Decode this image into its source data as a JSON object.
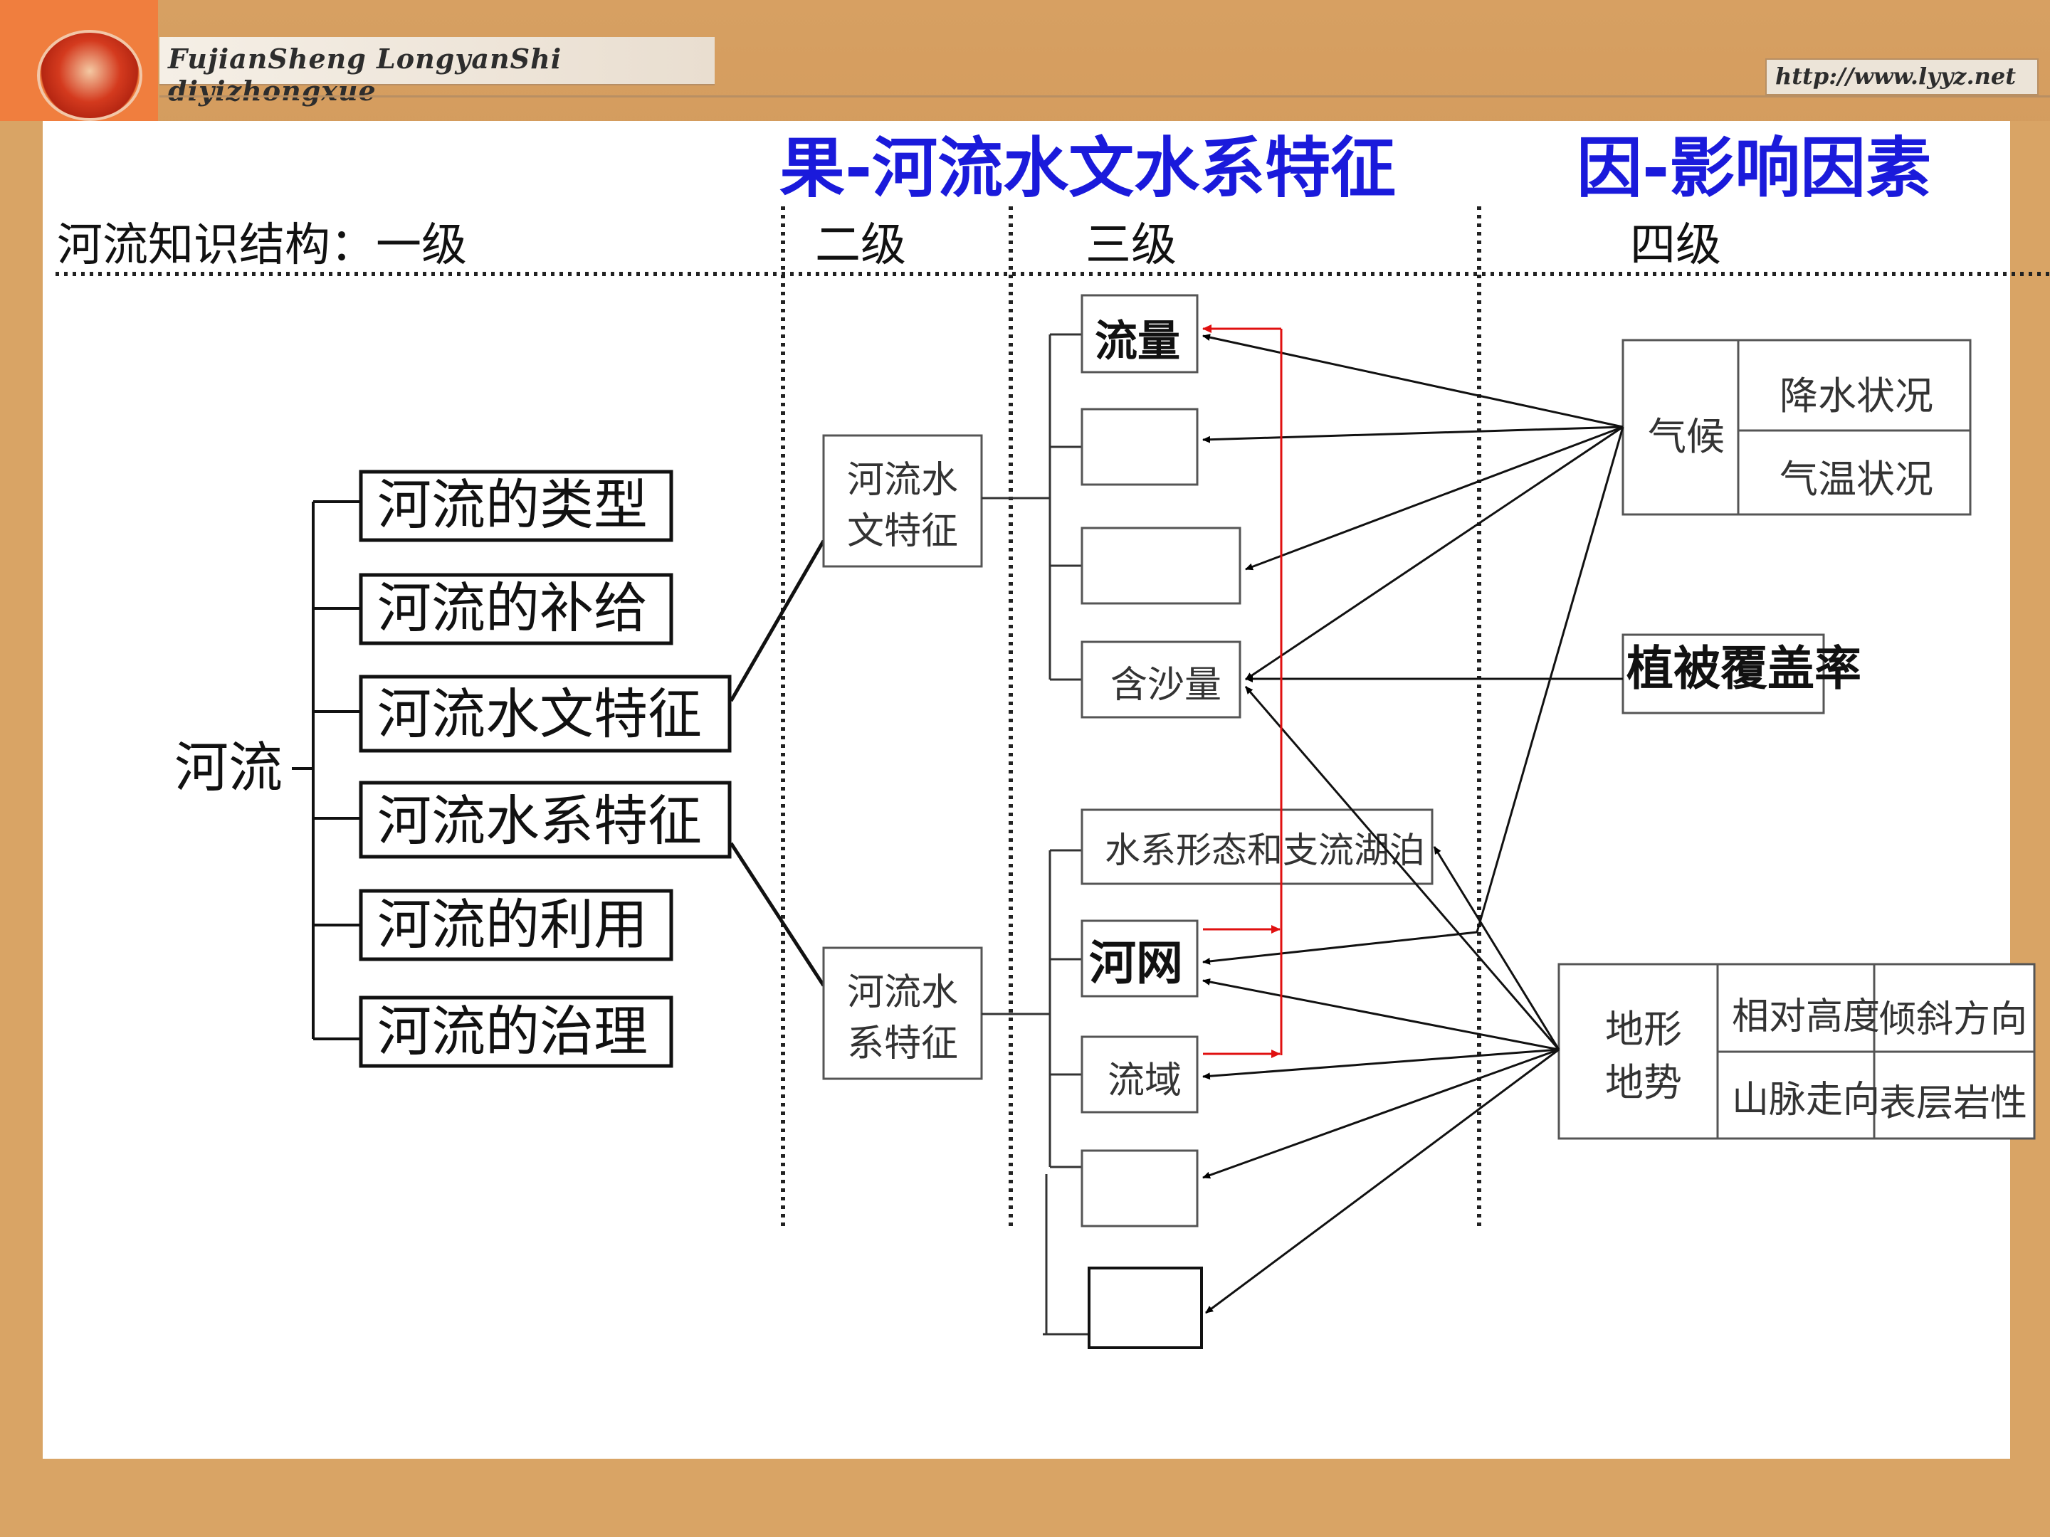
{
  "header": {
    "banner_text": "FujianSheng LongyanShi diyizhongxue",
    "url_text": "http://www.lyyz.net"
  },
  "titles": {
    "effect": "果-河流水文水系特征",
    "cause": "因-影响因素"
  },
  "levels": {
    "level1": "河流知识结构：一级",
    "level2": "二级",
    "level3": "三级",
    "level4": "四级"
  },
  "root": "河流",
  "level1_items": [
    "河流的类型",
    "河流的补给",
    "河流水文特征",
    "河流水系特征",
    "河流的利用",
    "河流的治理"
  ],
  "level2_items": {
    "hydrology_line1": "河流水",
    "hydrology_line2": "文特征",
    "system_line1": "河流水",
    "system_line2": "系特征"
  },
  "level3_items": {
    "flow": "流量",
    "sediment": "含沙量",
    "pattern": "水系形态和支流湖泊",
    "network": "河网",
    "basin": "流域"
  },
  "level4_items": {
    "climate": "气候",
    "precipitation": "降水状况",
    "temperature": "气温状况",
    "vegetation": "植被覆盖率",
    "terrain_line1": "地形",
    "terrain_line2": "地势",
    "relative_height": "相对高度",
    "slope_direction": "倾斜方向",
    "mountain_trend": "山脉走向",
    "surface_rock": "表层岩性"
  },
  "colors": {
    "title_blue": "#1a1adb",
    "arrow_red": "#e01010",
    "frame_tan": "#d9a465",
    "logo_orange": "#f07e3e"
  }
}
